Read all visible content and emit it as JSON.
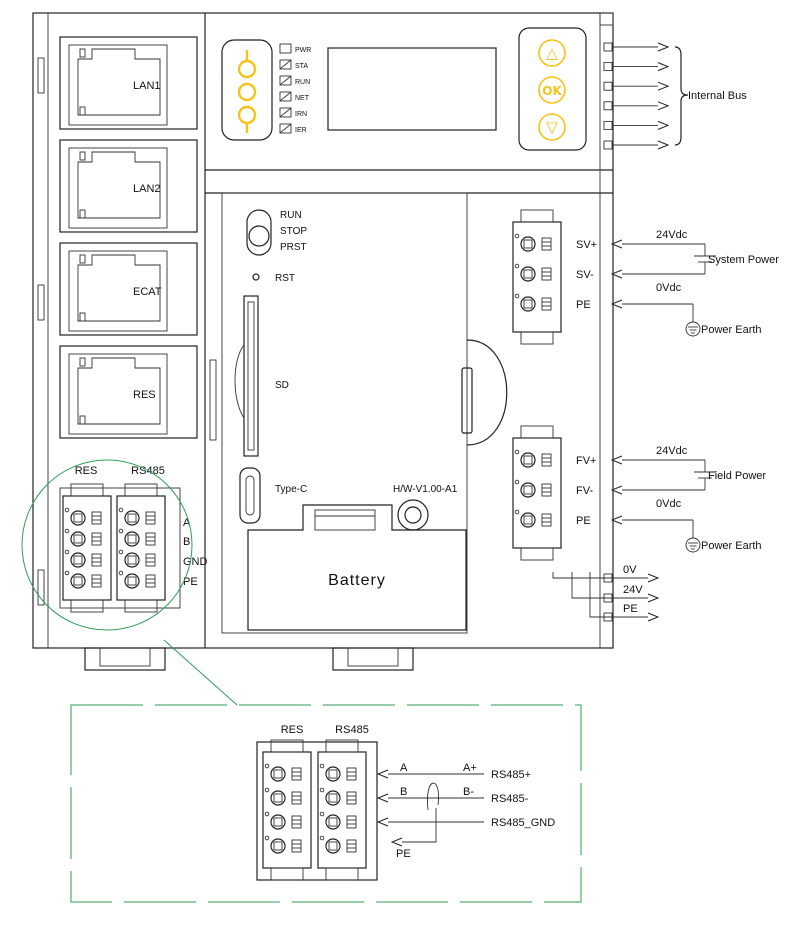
{
  "colors": {
    "accent_yellow": "#f5c218",
    "zoom_green": "#2e9e55",
    "line": "#222222"
  },
  "lan_ports": [
    {
      "label": "LAN1"
    },
    {
      "label": "LAN2"
    },
    {
      "label": "ECAT"
    },
    {
      "label": "RES"
    }
  ],
  "leds": [
    "PWR",
    "STA",
    "RUN",
    "NET",
    "IRN",
    "IER"
  ],
  "keys": [
    {
      "glyph": "△",
      "icon": "up-triangle-icon"
    },
    {
      "glyph": "OK",
      "icon": "ok-icon"
    },
    {
      "glyph": "▽",
      "icon": "down-triangle-icon"
    }
  ],
  "switch_labels": [
    "RUN",
    "STOP",
    "PRST"
  ],
  "rst_label": "RST",
  "sd_label": "SD",
  "typec_label": "Type-C",
  "hw_version": "H/W-V1.00-A1",
  "battery_label": "Battery",
  "internal_bus_label": "Internal Bus",
  "system_power": {
    "pins": [
      "SV+",
      "SV-",
      "PE"
    ],
    "v_high": "24Vdc",
    "v_low": "0Vdc",
    "label": "System Power",
    "earth": "Power Earth"
  },
  "field_power": {
    "pins": [
      "FV+",
      "FV-",
      "PE"
    ],
    "v_high": "24Vdc",
    "v_low": "0Vdc",
    "label": "Field Power",
    "earth": "Power Earth"
  },
  "field_out": [
    "0V",
    "24V",
    "PE"
  ],
  "rs485_block": {
    "headers": [
      "RES",
      "RS485"
    ],
    "pins": [
      "A",
      "B",
      "GND",
      "PE"
    ]
  },
  "zoom": {
    "headers": [
      "RES",
      "RS485"
    ],
    "left_pins": [
      "A",
      "B"
    ],
    "right_pins": [
      "A+",
      "B-"
    ],
    "signals": [
      "RS485+",
      "RS485-",
      "RS485_GND"
    ],
    "pe": "PE"
  }
}
